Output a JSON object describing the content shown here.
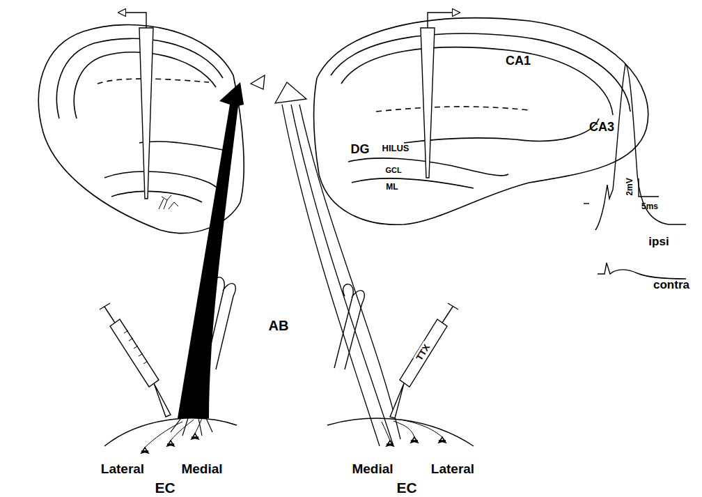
{
  "diagram": {
    "labels": [
      "CA1",
      "CA3",
      "DG",
      "HILUS",
      "GCL",
      "ML",
      "AB",
      "TTX",
      "2mV",
      "5ms",
      "ipsi",
      "contra",
      "Lateral",
      "Medial",
      "Medial",
      "Lateral",
      "EC",
      "EC"
    ]
  }
}
